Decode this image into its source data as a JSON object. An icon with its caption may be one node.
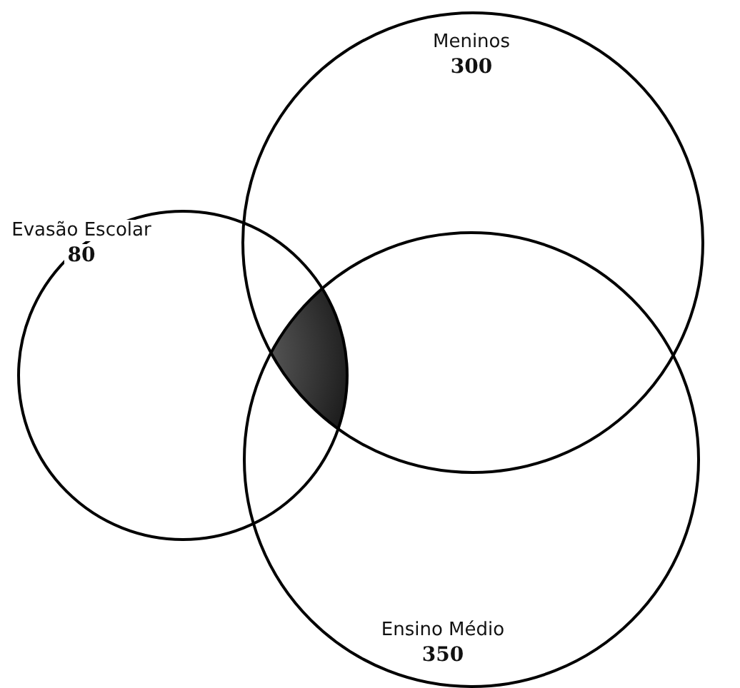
{
  "diagram": {
    "nodes": [
      {
        "text": [
          "Evasão Escolar",
          "80"
        ]
      },
      {
        "text": [
          "Meninos",
          "300"
        ]
      },
      {
        "text": [
          "Ensino Médio",
          "350"
        ]
      },
      {
        "text": [],
        "shape": "region"
      }
    ]
  }
}
